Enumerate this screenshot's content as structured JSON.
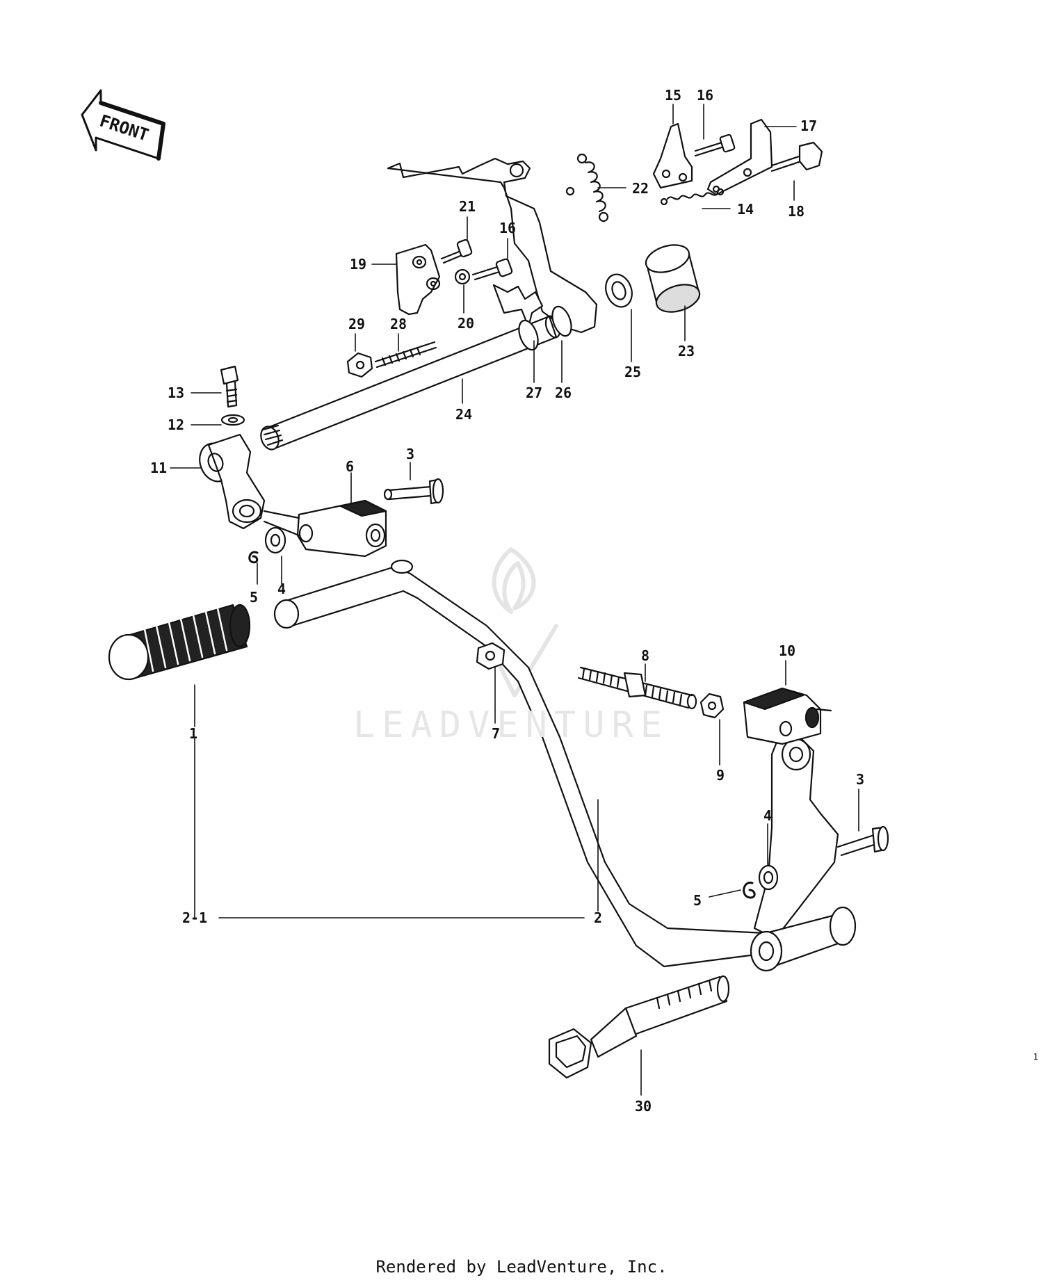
{
  "diagram": {
    "front_label": "FRONT",
    "watermark": "LEADVENTURE",
    "footer": "Rendered by LeadVenture, Inc.",
    "corner_mark": "1",
    "callouts": [
      {
        "id": "c15",
        "label": "15"
      },
      {
        "id": "c16a",
        "label": "16"
      },
      {
        "id": "c17",
        "label": "17"
      },
      {
        "id": "c22",
        "label": "22"
      },
      {
        "id": "c14",
        "label": "14"
      },
      {
        "id": "c18",
        "label": "18"
      },
      {
        "id": "c21",
        "label": "21"
      },
      {
        "id": "c16b",
        "label": "16"
      },
      {
        "id": "c19",
        "label": "19"
      },
      {
        "id": "c20",
        "label": "20"
      },
      {
        "id": "c25",
        "label": "25"
      },
      {
        "id": "c23",
        "label": "23"
      },
      {
        "id": "c29",
        "label": "29"
      },
      {
        "id": "c28",
        "label": "28"
      },
      {
        "id": "c27",
        "label": "27"
      },
      {
        "id": "c26",
        "label": "26"
      },
      {
        "id": "c24",
        "label": "24"
      },
      {
        "id": "c13",
        "label": "13"
      },
      {
        "id": "c12",
        "label": "12"
      },
      {
        "id": "c11",
        "label": "11"
      },
      {
        "id": "c6",
        "label": "6"
      },
      {
        "id": "c3a",
        "label": "3"
      },
      {
        "id": "c5a",
        "label": "5"
      },
      {
        "id": "c4a",
        "label": "4"
      },
      {
        "id": "c1",
        "label": "1"
      },
      {
        "id": "c7",
        "label": "7"
      },
      {
        "id": "c8",
        "label": "8"
      },
      {
        "id": "c10",
        "label": "10"
      },
      {
        "id": "c9",
        "label": "9"
      },
      {
        "id": "c3b",
        "label": "3"
      },
      {
        "id": "c4b",
        "label": "4"
      },
      {
        "id": "c5b",
        "label": "5"
      },
      {
        "id": "c21x",
        "label": "2-1"
      },
      {
        "id": "c2",
        "label": "2"
      },
      {
        "id": "c30",
        "label": "30"
      }
    ]
  }
}
